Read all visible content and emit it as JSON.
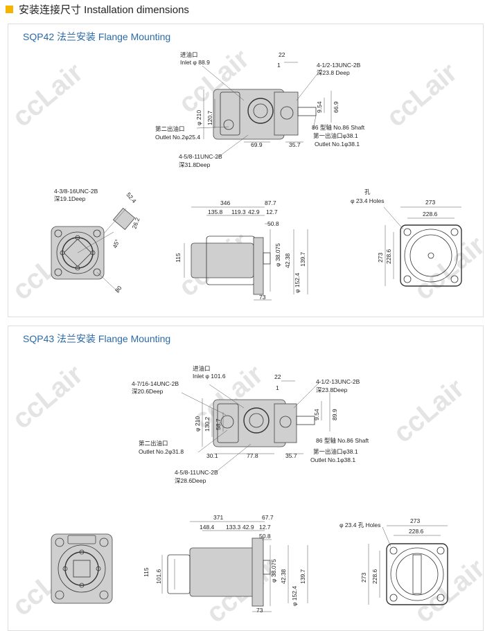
{
  "header": {
    "title": "安装连接尺寸  Installation dimensions",
    "accent": "#f5b400"
  },
  "watermark": "ccLair",
  "colors": {
    "title_blue": "#2a6aa8",
    "panel_border": "#dddddd"
  },
  "sections": [
    {
      "title": "SQP42 法兰安装 Flange Mounting",
      "side": {
        "inlet": "进油口",
        "inlet_dia": "Inlet φ 88.9",
        "outlet2_cn": "第二出油口",
        "outlet2": "Outlet No.2φ25.4",
        "bolt_cn": "4-5/8-11UNC-2B",
        "bolt_depth": "深31.8Deep",
        "thread_r": "4-1/2-13UNC-2B",
        "thread_r_depth": "深23.8 Deep",
        "shaft": "86 型轴 No.86 Shaft",
        "outlet1_cn": "第一出油口φ38.1",
        "outlet1": "Outlet No.1φ38.1",
        "d22": "22",
        "d1": "1",
        "d210": "φ 210",
        "d1207": "120.7",
        "d954": "9.54",
        "d669": "66.9",
        "d699": "69.9",
        "d357": "35.7"
      },
      "front": {
        "thread": "4-3/8-16UNC-2B",
        "depth": "深19.1Deep",
        "d524": "52.4",
        "d262": "26.2",
        "deg45": "45°",
        "d80": "80"
      },
      "top": {
        "d346": "346",
        "d877": "87.7",
        "d1358": "135.8",
        "d1193": "119.3",
        "d429": "42.9",
        "d127": "12.7",
        "d508": "50.8",
        "d115": "115",
        "d38075": "φ 38.075",
        "d42": "42.38",
        "d1397": "139.7",
        "d1524": "φ 152.4",
        "d73": "73"
      },
      "end": {
        "holes_cn": "孔",
        "holes": "φ 23.4 Holes",
        "d273": "273",
        "d2286": "228.6"
      }
    },
    {
      "title": "SQP43 法兰安装 Flange Mounting",
      "side": {
        "inlet": "进油口",
        "inlet_dia": "Inlet φ 101.6",
        "thread_l": "4-7/16-14UNC-2B",
        "thread_l_depth": "深20.6Deep",
        "outlet2_cn": "第二出油口",
        "outlet2": "Outlet No.2φ31.8",
        "bolt_cn": "4-5/8-11UNC-2B",
        "bolt_depth": "深28.6Deep",
        "thread_r": "4-1/2-13UNC-2B",
        "thread_r_depth": "深23.8Deep",
        "shaft": "86 型轴 No.86 Shaft",
        "outlet1_cn": "第一出油口φ38.1",
        "outlet1": "Outlet No.1φ38.1",
        "d22": "22",
        "d1": "1",
        "d210": "φ 210",
        "d1302": "130.2",
        "d587": "58.7",
        "d954": "9.54",
        "d899": "89.9",
        "d301": "30.1",
        "d778": "77.8",
        "d357": "35.7"
      },
      "top": {
        "d371": "371",
        "d677": "67.7",
        "d1484": "148.4",
        "d1333": "133.3",
        "d429": "42.9",
        "d127": "12.7",
        "d508": "50.8",
        "d115": "115",
        "d1016": "101.6",
        "d38075": "φ 38.075",
        "d42": "42.38",
        "d1397": "139.7",
        "d1524": "φ 152.4",
        "d73": "73"
      },
      "end": {
        "holes": "φ 23.4 孔 Holes",
        "d273": "273",
        "d2286": "228.6"
      }
    }
  ]
}
